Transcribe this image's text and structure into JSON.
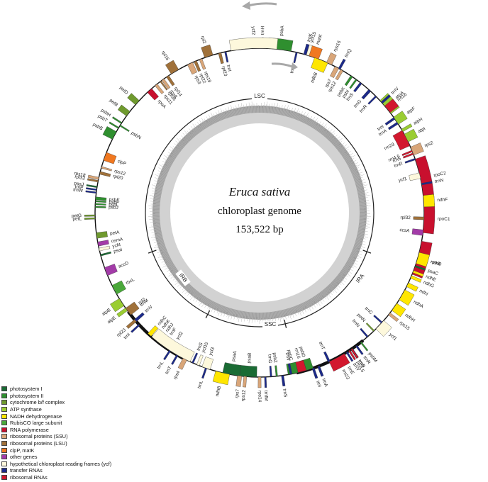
{
  "title": {
    "species": "Eruca sativa",
    "subtitle": "chloroplast genome",
    "size": "153,522 bp"
  },
  "regions": [
    "LSC",
    "IRA",
    "SSC",
    "IRB"
  ],
  "colors": {
    "photosystem_I": "#1a6b34",
    "photosystem_II": "#2f8f2f",
    "cytochrome": "#6f9a2e",
    "atp": "#9acd32",
    "ndh": "#ffe600",
    "rubisco": "#4aa83a",
    "rna_pol": "#c8102e",
    "rps": "#d9a679",
    "rpl": "#a0713a",
    "clp": "#f07820",
    "other": "#a33ba8",
    "ycf": "#fdf8dc",
    "trna": "#1c2a8a",
    "rrna": "#d2182e",
    "gc_dark": "#9a9a9a",
    "gc_light": "#d2d2d2"
  },
  "legend": [
    {
      "label": "photosystem I",
      "color": "#1a6b34"
    },
    {
      "label": "photosystem II",
      "color": "#2f8f2f"
    },
    {
      "label": "cytochrome b/f complex",
      "color": "#6f9a2e"
    },
    {
      "label": "ATP synthase",
      "color": "#9acd32"
    },
    {
      "label": "NADH dehydrogenase",
      "color": "#ffe600"
    },
    {
      "label": "RubisCO large subunit",
      "color": "#4aa83a"
    },
    {
      "label": "RNA polymerase",
      "color": "#c8102e"
    },
    {
      "label": "ribosomal proteins (SSU)",
      "color": "#d9a679"
    },
    {
      "label": "ribosomal proteins (LSU)",
      "color": "#a0713a"
    },
    {
      "label": "clpP, matK",
      "color": "#f07820"
    },
    {
      "label": "other genes",
      "color": "#a33ba8"
    },
    {
      "label": "hypothetical chloroplast reading frames (ycf)",
      "color": "#fdf8dc"
    },
    {
      "label": "transfer RNAs",
      "color": "#1c2a8a"
    },
    {
      "label": "ribosomal RNAs",
      "color": "#d2182e"
    }
  ],
  "genes": [
    {
      "name": "trnH",
      "angle": 1,
      "span": 0.6,
      "side": "out",
      "cat": "trna"
    },
    {
      "name": "psbA",
      "angle": 7,
      "span": 8,
      "side": "out",
      "cat": "photosystem_II"
    },
    {
      "name": "trnK",
      "angle": 16,
      "span": 1,
      "side": "out",
      "cat": "trna"
    },
    {
      "name": "matK",
      "angle": 19,
      "span": 4,
      "side": "out",
      "cat": "clp"
    },
    {
      "name": "rps16",
      "angle": 25,
      "span": 2,
      "side": "out",
      "cat": "rps"
    },
    {
      "name": "trnQ",
      "angle": 29,
      "span": 0.8,
      "side": "out",
      "cat": "trna"
    },
    {
      "name": "psbK",
      "angle": 34,
      "span": 0.8,
      "side": "in",
      "cat": "photosystem_II"
    },
    {
      "name": "psbI",
      "angle": 36,
      "span": 0.6,
      "side": "in",
      "cat": "photosystem_II"
    },
    {
      "name": "trnS",
      "angle": 38,
      "span": 0.8,
      "side": "in",
      "cat": "trna"
    },
    {
      "name": "trnG",
      "angle": 42,
      "span": 1,
      "side": "in",
      "cat": "trna"
    },
    {
      "name": "trnR",
      "angle": 45,
      "span": 0.6,
      "side": "in",
      "cat": "trna"
    },
    {
      "name": "atpA",
      "angle": 50,
      "span": 6,
      "side": "out",
      "cat": "atp"
    },
    {
      "name": "atpF",
      "angle": 56,
      "span": 3,
      "side": "out",
      "cat": "atp"
    },
    {
      "name": "atpH",
      "angle": 60,
      "span": 1,
      "side": "out",
      "cat": "atp"
    },
    {
      "name": "atpI",
      "angle": 63,
      "span": 3,
      "side": "out",
      "cat": "atp"
    },
    {
      "name": "rps2",
      "angle": 68,
      "span": 3,
      "side": "out",
      "cat": "rps"
    },
    {
      "name": "rpoC2",
      "angle": 78,
      "span": 14,
      "side": "out",
      "cat": "rna_pol"
    },
    {
      "name": "rpoC1",
      "angle": 92,
      "span": 10,
      "side": "out",
      "cat": "rna_pol"
    },
    {
      "name": "rpoB",
      "angle": 106,
      "span": 12,
      "side": "out",
      "cat": "rna_pol"
    },
    {
      "name": "trnC",
      "angle": 132,
      "span": 0.6,
      "side": "in",
      "cat": "trna"
    },
    {
      "name": "petN",
      "angle": 136,
      "span": 0.4,
      "side": "in",
      "cat": "cytochrome"
    },
    {
      "name": "psbM",
      "angle": 142,
      "span": 0.4,
      "side": "out",
      "cat": "photosystem_II"
    },
    {
      "name": "trnD",
      "angle": 146,
      "span": 0.8,
      "side": "out",
      "cat": "trna"
    },
    {
      "name": "trnY",
      "angle": 148,
      "span": 0.6,
      "side": "out",
      "cat": "trna"
    },
    {
      "name": "trnE",
      "angle": 150,
      "span": 0.6,
      "side": "out",
      "cat": "trna"
    },
    {
      "name": "trnT",
      "angle": 155,
      "span": 0.8,
      "side": "in",
      "cat": "trna"
    },
    {
      "name": "psbD",
      "angle": 163,
      "span": 4,
      "side": "in",
      "cat": "photosystem_II"
    },
    {
      "name": "psbC",
      "angle": 168,
      "span": 4,
      "side": "in",
      "cat": "photosystem_II"
    },
    {
      "name": "trnS",
      "angle": 172,
      "span": 0.8,
      "side": "out",
      "cat": "trna"
    },
    {
      "name": "psbZ",
      "angle": 174,
      "span": 0.6,
      "side": "in",
      "cat": "photosystem_II"
    },
    {
      "name": "trnG",
      "angle": 176,
      "span": 0.6,
      "side": "in",
      "cat": "trna"
    },
    {
      "name": "trnfM",
      "angle": 178,
      "span": 0.6,
      "side": "out",
      "cat": "trna"
    },
    {
      "name": "rps14",
      "angle": 180,
      "span": 1,
      "side": "out",
      "cat": "rps"
    },
    {
      "name": "psaB",
      "angle": 184,
      "span": 6,
      "side": "in",
      "cat": "photosystem_I"
    },
    {
      "name": "psaA",
      "angle": 190,
      "span": 6,
      "side": "in",
      "cat": "photosystem_I"
    },
    {
      "name": "ycf3",
      "angle": 199,
      "span": 3,
      "side": "in",
      "cat": "ycf"
    },
    {
      "name": "trnS",
      "angle": 204,
      "span": 0.6,
      "side": "in",
      "cat": "trna"
    },
    {
      "name": "rps4",
      "angle": 207,
      "span": 1.5,
      "side": "out",
      "cat": "rps"
    },
    {
      "name": "trnT",
      "angle": 210,
      "span": 0.6,
      "side": "out",
      "cat": "trna"
    },
    {
      "name": "trnL",
      "angle": 213,
      "span": 0.6,
      "side": "out",
      "cat": "trna"
    },
    {
      "name": "trnF",
      "angle": 216,
      "span": 0.6,
      "side": "in",
      "cat": "trna"
    },
    {
      "name": "ndhJ",
      "angle": 218,
      "span": 1.5,
      "side": "in",
      "cat": "ndh"
    },
    {
      "name": "ndhK",
      "angle": 220,
      "span": 1.5,
      "side": "in",
      "cat": "ndh"
    },
    {
      "name": "ndhC",
      "angle": 222,
      "span": 1.5,
      "side": "in",
      "cat": "ndh"
    },
    {
      "name": "trnV",
      "angle": 229,
      "span": 1,
      "side": "in",
      "cat": "trna"
    },
    {
      "name": "trnM",
      "angle": 232,
      "span": 0.6,
      "side": "in",
      "cat": "trna"
    },
    {
      "name": "atpE",
      "angle": 234,
      "span": 1.2,
      "side": "out",
      "cat": "atp"
    },
    {
      "name": "atpB",
      "angle": 237,
      "span": 3,
      "side": "out",
      "cat": "atp"
    },
    {
      "name": "rbcL",
      "angle": 242,
      "span": 3.5,
      "side": "in",
      "cat": "rubisco"
    },
    {
      "name": "accD",
      "angle": 249,
      "span": 3,
      "side": "in",
      "cat": "other"
    },
    {
      "name": "psaI",
      "angle": 255,
      "span": 0.6,
      "side": "in",
      "cat": "photosystem_I"
    },
    {
      "name": "ycf4",
      "angle": 257,
      "span": 1,
      "side": "in",
      "cat": "ycf"
    },
    {
      "name": "cemA",
      "angle": 259,
      "span": 1.5,
      "side": "in",
      "cat": "other"
    },
    {
      "name": "petA",
      "angle": 262,
      "span": 2,
      "side": "in",
      "cat": "cytochrome"
    },
    {
      "name": "petL",
      "angle": 268,
      "span": 0.4,
      "side": "out",
      "cat": "cytochrome"
    },
    {
      "name": "petG",
      "angle": 269,
      "span": 0.4,
      "side": "out",
      "cat": "cytochrome"
    },
    {
      "name": "psbJ",
      "angle": 272,
      "span": 0.4,
      "side": "in",
      "cat": "photosystem_II"
    },
    {
      "name": "psbL",
      "angle": 273,
      "span": 0.4,
      "side": "in",
      "cat": "photosystem_II"
    },
    {
      "name": "psbF",
      "angle": 274,
      "span": 0.4,
      "side": "in",
      "cat": "photosystem_II"
    },
    {
      "name": "psbE",
      "angle": 275,
      "span": 1,
      "side": "in",
      "cat": "photosystem_II"
    },
    {
      "name": "trnW",
      "angle": 277,
      "span": 0.4,
      "side": "out",
      "cat": "trna"
    },
    {
      "name": "trnP",
      "angle": 278,
      "span": 0.4,
      "side": "out",
      "cat": "trna"
    },
    {
      "name": "psaJ",
      "angle": 279,
      "span": 0.4,
      "side": "out",
      "cat": "photosystem_I"
    },
    {
      "name": "rpl33",
      "angle": 281,
      "span": 0.6,
      "side": "out",
      "cat": "rpl"
    },
    {
      "name": "rps18",
      "angle": 282,
      "span": 0.8,
      "side": "out",
      "cat": "rps"
    },
    {
      "name": "rpl20",
      "angle": 284,
      "span": 1,
      "side": "in",
      "cat": "rpl"
    },
    {
      "name": "rps12",
      "angle": 286,
      "span": 0.6,
      "side": "in",
      "cat": "rps"
    },
    {
      "name": "clpP",
      "angle": 290,
      "span": 3,
      "side": "in",
      "cat": "clp"
    },
    {
      "name": "psbB",
      "angle": 298,
      "span": 3,
      "side": "out",
      "cat": "photosystem_II"
    },
    {
      "name": "psbT",
      "angle": 301,
      "span": 0.4,
      "side": "out",
      "cat": "photosystem_II"
    },
    {
      "name": "psbN",
      "angle": 302,
      "span": 0.4,
      "side": "in",
      "cat": "photosystem_II"
    },
    {
      "name": "psbH",
      "angle": 303,
      "span": 0.4,
      "side": "out",
      "cat": "photosystem_II"
    },
    {
      "name": "petB",
      "angle": 307,
      "span": 2,
      "side": "out",
      "cat": "cytochrome"
    },
    {
      "name": "petD",
      "angle": 312,
      "span": 2,
      "side": "out",
      "cat": "cytochrome"
    },
    {
      "name": "rpoA",
      "angle": 318,
      "span": 2,
      "side": "in",
      "cat": "rna_pol"
    },
    {
      "name": "rps11",
      "angle": 321,
      "span": 1,
      "side": "in",
      "cat": "rps"
    },
    {
      "name": "rpl36",
      "angle": 323,
      "span": 0.4,
      "side": "in",
      "cat": "rpl"
    },
    {
      "name": "rps8",
      "angle": 324,
      "span": 1,
      "side": "in",
      "cat": "rps"
    },
    {
      "name": "rpl14",
      "angle": 326,
      "span": 1,
      "side": "in",
      "cat": "rpl"
    },
    {
      "name": "rpl16",
      "angle": 329,
      "span": 3,
      "side": "out",
      "cat": "rpl"
    },
    {
      "name": "rps3",
      "angle": 335,
      "span": 2,
      "side": "in",
      "cat": "rps"
    },
    {
      "name": "rpl22",
      "angle": 337,
      "span": 1,
      "side": "in",
      "cat": "rpl"
    },
    {
      "name": "rps19",
      "angle": 339,
      "span": 1,
      "side": "in",
      "cat": "rps"
    },
    {
      "name": "rpl2",
      "angle": 342,
      "span": 3,
      "side": "out",
      "cat": "rpl"
    },
    {
      "name": "rpl23",
      "angle": 346,
      "span": 1,
      "side": "in",
      "cat": "rpl"
    },
    {
      "name": "trnI",
      "angle": 348,
      "span": 0.6,
      "side": "in",
      "cat": "trna"
    },
    {
      "name": "ycf2",
      "angle": 358,
      "span": 16,
      "side": "out",
      "cat": "ycf"
    },
    {
      "name": "trnL",
      "angle": 373,
      "span": 0.6,
      "side": "in",
      "cat": "trna"
    },
    {
      "name": "ycf15",
      "angle": 377,
      "span": 1,
      "side": "out",
      "cat": "ycf"
    },
    {
      "name": "ndhB",
      "angle": 382,
      "span": 5,
      "side": "in",
      "cat": "ndh"
    },
    {
      "name": "rps7",
      "angle": 388,
      "span": 1.5,
      "side": "in",
      "cat": "rps"
    },
    {
      "name": "rps12",
      "angle": 390,
      "span": 1,
      "side": "in",
      "cat": "rps"
    },
    {
      "name": "trnV",
      "angle": 408,
      "span": 0.8,
      "side": "out",
      "cat": "trna"
    },
    {
      "name": "rrn16",
      "angle": 411,
      "span": 3,
      "side": "out",
      "cat": "rrna"
    },
    {
      "name": "trnI",
      "angle": 415,
      "span": 0.8,
      "side": "in",
      "cat": "trna"
    },
    {
      "name": "trnA",
      "angle": 417,
      "span": 0.8,
      "side": "in",
      "cat": "trna"
    },
    {
      "name": "rrn23",
      "angle": 423,
      "span": 6,
      "side": "in",
      "cat": "rrna"
    },
    {
      "name": "rrn4.5",
      "angle": 428,
      "span": 0.6,
      "side": "in",
      "cat": "rrna"
    },
    {
      "name": "rrn5",
      "angle": 429,
      "span": 0.6,
      "side": "in",
      "cat": "rrna"
    },
    {
      "name": "trnR",
      "angle": 431,
      "span": 0.6,
      "side": "in",
      "cat": "trna"
    },
    {
      "name": "ycf1",
      "angle": 437,
      "span": 2,
      "side": "in",
      "cat": "ycf"
    },
    {
      "name": "trnN",
      "angle": 440,
      "span": 0.6,
      "side": "out",
      "cat": "trna"
    },
    {
      "name": "ndhF",
      "angle": 446,
      "span": 4,
      "side": "out",
      "cat": "ndh"
    },
    {
      "name": "rpl32",
      "angle": 452,
      "span": 1,
      "side": "in",
      "cat": "rpl"
    },
    {
      "name": "ccsA",
      "angle": 457,
      "span": 2,
      "side": "in",
      "cat": "other"
    },
    {
      "name": "ndhD",
      "angle": 466,
      "span": 4,
      "side": "out",
      "cat": "ndh"
    },
    {
      "name": "psaC",
      "angle": 469,
      "span": 0.6,
      "side": "out",
      "cat": "photosystem_I"
    },
    {
      "name": "ndhE",
      "angle": 471,
      "span": 0.8,
      "side": "out",
      "cat": "ndh"
    },
    {
      "name": "ndhG",
      "angle": 473,
      "span": 1,
      "side": "out",
      "cat": "ndh"
    },
    {
      "name": "ndhI",
      "angle": 476,
      "span": 1.5,
      "side": "out",
      "cat": "ndh"
    },
    {
      "name": "ndhA",
      "angle": 480,
      "span": 4,
      "side": "out",
      "cat": "ndh"
    },
    {
      "name": "ndhH",
      "angle": 485,
      "span": 3,
      "side": "out",
      "cat": "ndh"
    },
    {
      "name": "rps15",
      "angle": 488,
      "span": 1,
      "side": "out",
      "cat": "rps"
    },
    {
      "name": "ycf1",
      "angle": 493,
      "span": 4,
      "side": "out",
      "cat": "ycf"
    },
    {
      "name": "trnN",
      "angle": 499,
      "span": 0.6,
      "side": "in",
      "cat": "trna"
    },
    {
      "name": "trnR",
      "angle": 504,
      "span": 0.6,
      "side": "out",
      "cat": "trna"
    },
    {
      "name": "rrn5",
      "angle": 506,
      "span": 0.6,
      "side": "out",
      "cat": "rrna"
    },
    {
      "name": "rrn4.5",
      "angle": 507,
      "span": 0.6,
      "side": "out",
      "cat": "rrna"
    },
    {
      "name": "rrn23",
      "angle": 512,
      "span": 6,
      "side": "out",
      "cat": "rrna"
    },
    {
      "name": "trnA",
      "angle": 519,
      "span": 0.8,
      "side": "out",
      "cat": "trna"
    },
    {
      "name": "trnI",
      "angle": 521,
      "span": 0.8,
      "side": "out",
      "cat": "trna"
    },
    {
      "name": "rrn16",
      "angle": 525,
      "span": 3,
      "side": "in",
      "cat": "rrna"
    },
    {
      "name": "trnV",
      "angle": 529,
      "span": 0.8,
      "side": "in",
      "cat": "trna"
    },
    {
      "name": "rps12",
      "angle": 545,
      "span": 1,
      "side": "out",
      "cat": "rps"
    },
    {
      "name": "rps7",
      "angle": 547,
      "span": 1.5,
      "side": "out",
      "cat": "rps"
    },
    {
      "name": "ndhB",
      "angle": 553,
      "span": 5,
      "side": "out",
      "cat": "ndh"
    },
    {
      "name": "trnL",
      "angle": 559,
      "span": 0.6,
      "side": "out",
      "cat": "trna"
    },
    {
      "name": "ycf15",
      "angle": 562,
      "span": 1,
      "side": "in",
      "cat": "ycf"
    },
    {
      "name": "ycf2",
      "angle": 573,
      "span": 16,
      "side": "in",
      "cat": "ycf"
    },
    {
      "name": "trnI",
      "angle": 587,
      "span": 0.6,
      "side": "out",
      "cat": "trna"
    },
    {
      "name": "rpl23",
      "angle": 589,
      "span": 1,
      "side": "out",
      "cat": "rpl"
    },
    {
      "name": "rpl2",
      "angle": 593,
      "span": 3,
      "side": "in",
      "cat": "rpl"
    }
  ]
}
